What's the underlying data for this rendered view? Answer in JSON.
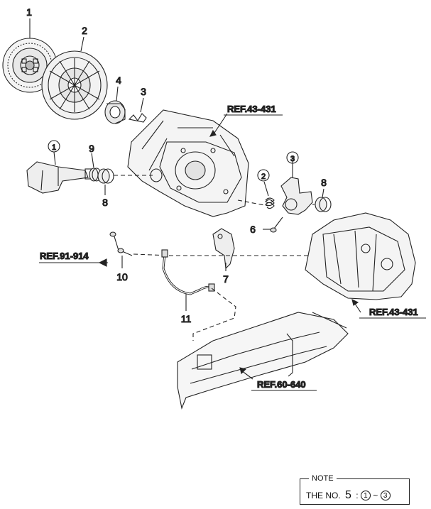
{
  "callouts": {
    "n1": "1",
    "n2": "2",
    "n3": "3",
    "n4": "4",
    "n6": "6",
    "n7": "7",
    "n8a": "8",
    "n8b": "8",
    "n9": "9",
    "n10": "10",
    "n11": "11",
    "c1": "1",
    "c2": "2",
    "c3": "3"
  },
  "refs": {
    "ref_43_431_top": "REF.43-431",
    "ref_91_914": "REF.91-914",
    "ref_43_431_right": "REF.43-431",
    "ref_60_640": "REF.60-640"
  },
  "note": {
    "title": "NOTE",
    "prefix": "THE NO.",
    "number": "5",
    "colon": ":",
    "from": "1",
    "tilde": "~",
    "to": "3"
  }
}
